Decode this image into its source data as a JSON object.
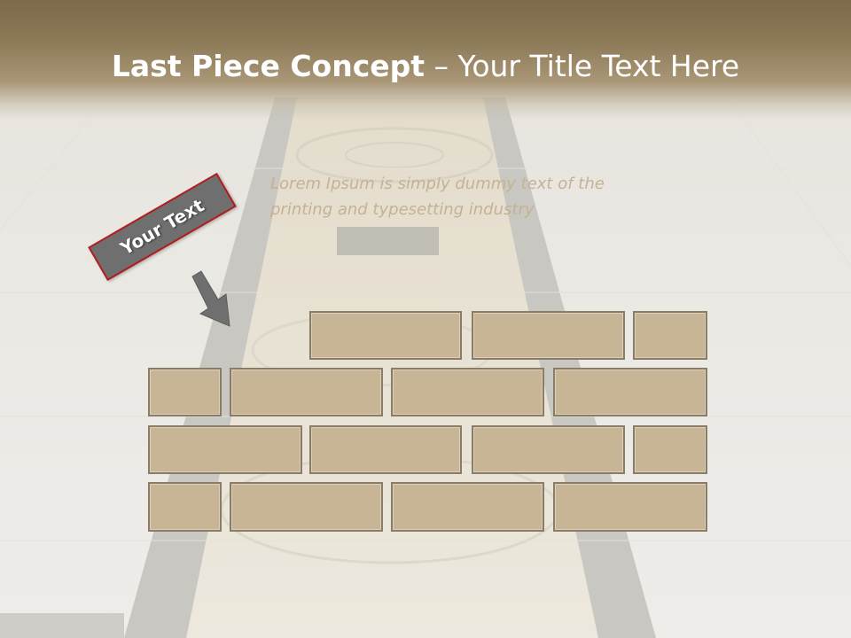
{
  "slide": {
    "title_bold": "Last Piece Concept",
    "title_rest": " – Your Title Text Here",
    "body_text": "Lorem Ipsum is simply dummy text of the printing and typesetting industry",
    "tag_label": "Your Text"
  },
  "colors": {
    "title_band": "#8d7a58",
    "title_text": "#ffffff",
    "body_text": "#c4b293",
    "tag_fill": "#6f6f6f",
    "tag_border": "#b21e1e",
    "brick_fill": "#c8b595",
    "brick_border": "#8a7d68",
    "arrow": "#6f6f6f"
  },
  "icons": {
    "pointer": "arrow-down-right-icon"
  },
  "bricks": {
    "rows": 4,
    "total": 15,
    "missing": 1
  }
}
